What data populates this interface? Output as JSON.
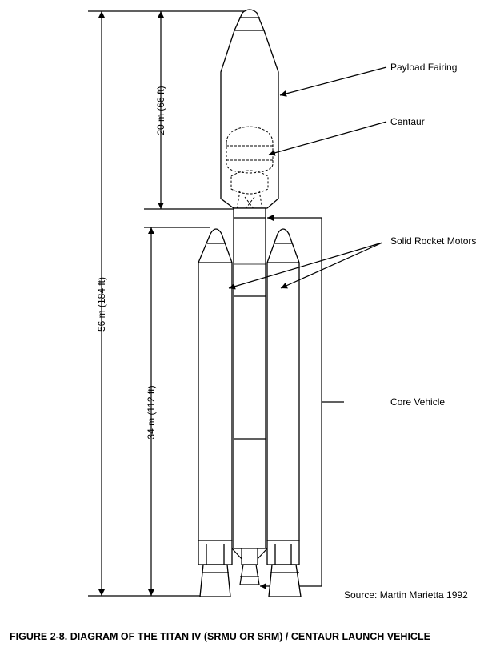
{
  "labels": {
    "payload_fairing": "Payload Fairing",
    "centaur": "Centaur",
    "solid_rocket_motors": "Solid Rocket Motors",
    "core_vehicle": "Core Vehicle"
  },
  "dimensions": {
    "overall": "56 m (184 ft)",
    "upper": "20 m (66 ft)",
    "booster": "34 m (112 ft)"
  },
  "source": "Source:  Martin Marietta 1992",
  "caption": "FIGURE 2-8.  DIAGRAM OF THE TITAN IV (SRMU OR SRM) / CENTAUR LAUNCH VEHICLE"
}
